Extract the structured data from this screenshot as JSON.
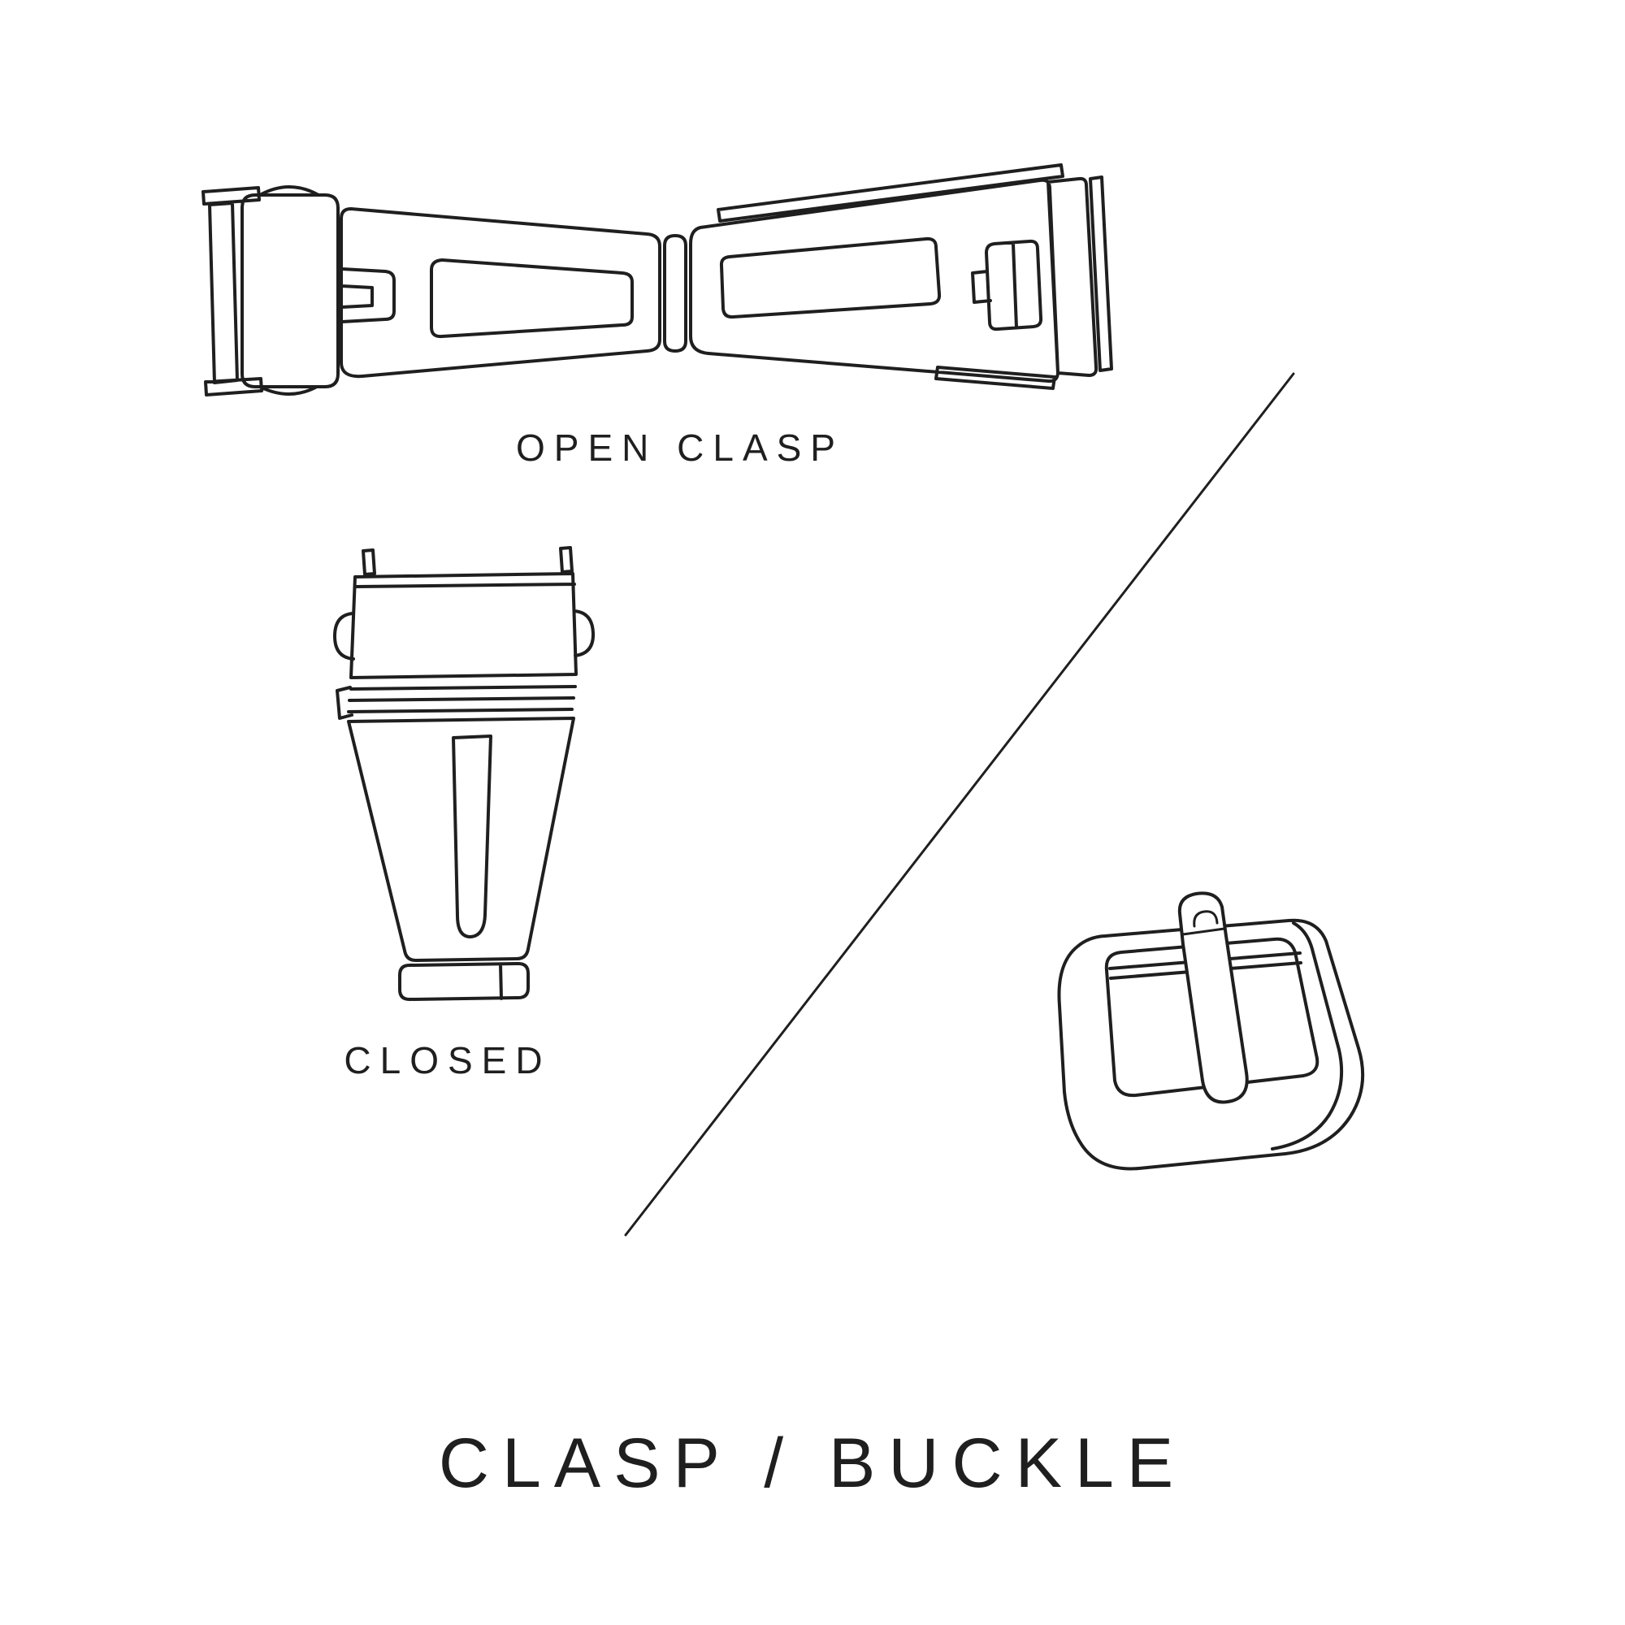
{
  "canvas": {
    "background": "#ffffff",
    "ink": "#1f1f1f"
  },
  "labels": {
    "open_clasp": "OPEN CLASP",
    "closed": "CLOSED"
  },
  "title": "CLASP / BUCKLE",
  "icons": {
    "open_clasp": "open-clasp-line-drawing",
    "closed_clasp": "closed-clasp-line-drawing",
    "buckle": "pin-buckle-line-drawing",
    "divider": "diagonal-divider-line"
  }
}
